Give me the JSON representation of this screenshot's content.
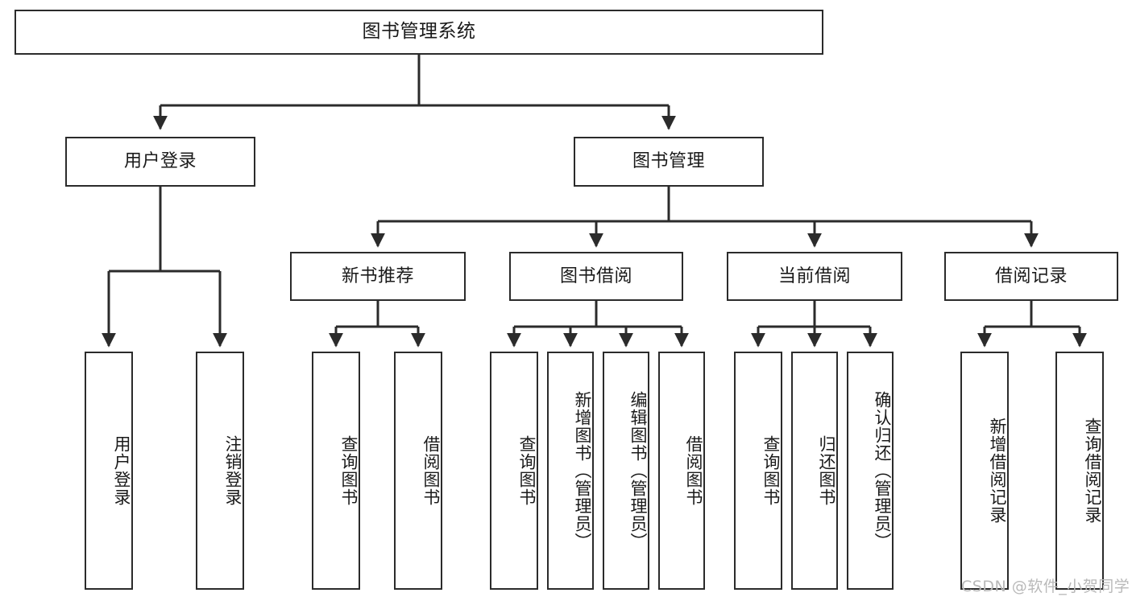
{
  "diagram": {
    "title": "图书管理系统",
    "type": "functional-structure-tree",
    "stroke_color": "#2b2b2b",
    "background_color": "#ffffff",
    "text_color": "#1a1a1a"
  },
  "nodes": {
    "root": {
      "label": "图书管理系统"
    },
    "level2": [
      {
        "key": "user_login",
        "label": "用户登录"
      },
      {
        "key": "book_manage",
        "label": "图书管理"
      }
    ],
    "level3": [
      {
        "key": "new_book_rec",
        "label": "新书推荐"
      },
      {
        "key": "book_borrow",
        "label": "图书借阅"
      },
      {
        "key": "current_borrow",
        "label": "当前借阅"
      },
      {
        "key": "borrow_record",
        "label": "借阅记录"
      }
    ],
    "leaves": {
      "user_login": [
        {
          "key": "leaf_user_login",
          "label": "用户登录"
        },
        {
          "key": "leaf_logout",
          "label": "注销登录"
        }
      ],
      "new_book_rec": [
        {
          "key": "leaf_query_book_1",
          "label": "查询图书"
        },
        {
          "key": "leaf_borrow_book_1",
          "label": "借阅图书"
        }
      ],
      "book_borrow": [
        {
          "key": "leaf_query_book_2",
          "label": "查询图书"
        },
        {
          "key": "leaf_add_book",
          "label": "新增图书（管理员）"
        },
        {
          "key": "leaf_edit_book",
          "label": "编辑图书（管理员）"
        },
        {
          "key": "leaf_borrow_book_2",
          "label": "借阅图书"
        }
      ],
      "current_borrow": [
        {
          "key": "leaf_query_book_3",
          "label": "查询图书"
        },
        {
          "key": "leaf_return_book",
          "label": "归还图书"
        },
        {
          "key": "leaf_confirm_return",
          "label": "确认归还（管理员）"
        }
      ],
      "borrow_record": [
        {
          "key": "leaf_add_record",
          "label": "新增借阅记录"
        },
        {
          "key": "leaf_query_record",
          "label": "查询借阅记录"
        }
      ]
    }
  },
  "watermark": {
    "text": "CSDN @软件_小贺同学"
  }
}
